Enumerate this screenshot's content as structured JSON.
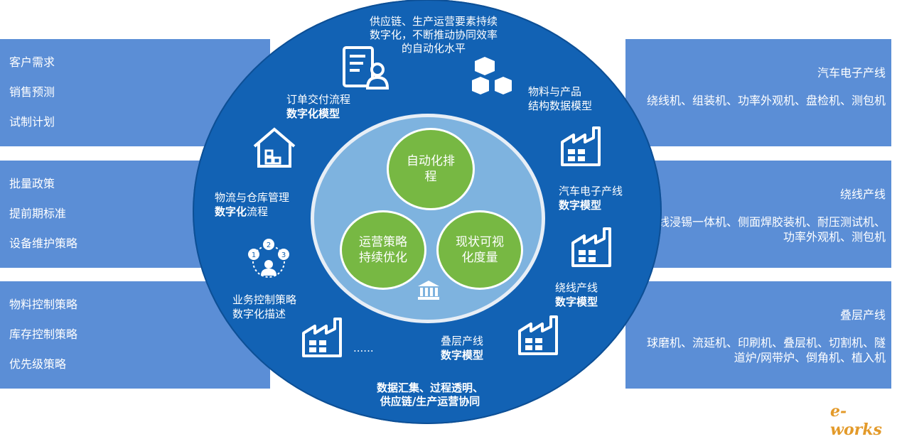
{
  "left_panels": [
    [
      "客户需求",
      "销售预测",
      "试制计划"
    ],
    [
      "批量政策",
      "提前期标准",
      "设备维护策略"
    ],
    [
      "物料控制策略",
      "库存控制策略",
      "优先级策略"
    ]
  ],
  "right_panels": [
    {
      "title": "汽车电子产线",
      "desc": "绕线机、组装机、功率外观机、盘检机、测包机"
    },
    {
      "title": "绕线产线",
      "desc": "绕线浸锡一体机、侧面焊胶装机、耐压测试机、功率外观机、测包机"
    },
    {
      "title": "叠层产线",
      "desc": "球磨机、流延机、印刷机、叠层机、切割机、隧道炉/网带炉、倒角机、植入机"
    }
  ],
  "circle": {
    "top_text": [
      "供应链、生产运营要素持续",
      "数字化，不断推动协同效率",
      "的自动化水平"
    ],
    "bottom_text": [
      "数据汇集、过程透明、",
      "供应链/生产运营协同"
    ],
    "order": {
      "line1": "订单交付流程",
      "line2": "数字化模型"
    },
    "material": {
      "line1": "物料与产品",
      "line2": "结构数据模型"
    },
    "logistics": {
      "line1": "物流与仓库管理",
      "line2a": "数字化",
      "line2b": "流程"
    },
    "auto_line": {
      "line1": "汽车电子产线",
      "line2": "数字模型"
    },
    "strategy": {
      "line1": "业务控制策略",
      "line2": "数字化描述"
    },
    "winding_line": {
      "line1": "绕线产线",
      "line2": "数字模型"
    },
    "stack_line": {
      "line1": "叠层产线",
      "line2": "数字模型"
    },
    "ellipsis": "......"
  },
  "core": {
    "auto_schedule": "自动化排程",
    "ops_strategy": "运营策略持续优化",
    "visibility": "现状可视化度量"
  },
  "logo": "e-works",
  "colors": {
    "band": "#5b8ed6",
    "outer": "#1262b4",
    "inner": "#7eb3df",
    "green": "#77b843"
  }
}
